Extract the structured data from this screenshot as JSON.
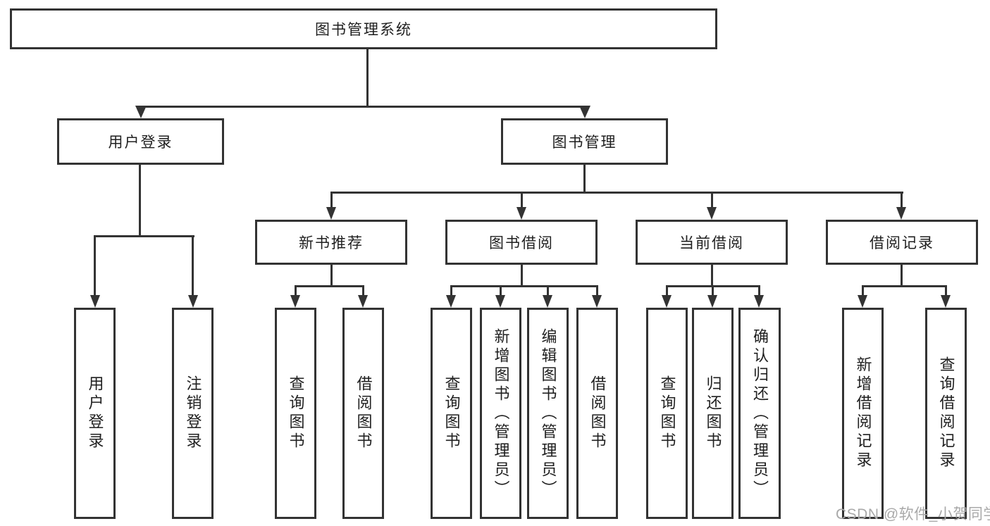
{
  "tree": {
    "root": {
      "label": "图书管理系统",
      "children": [
        {
          "label": "用户登录",
          "children": [
            {
              "label": "用户登录"
            },
            {
              "label": "注销登录"
            }
          ]
        },
        {
          "label": "图书管理",
          "children": [
            {
              "label": "新书推荐",
              "children": [
                {
                  "label": "查询图书"
                },
                {
                  "label": "借阅图书"
                }
              ]
            },
            {
              "label": "图书借阅",
              "children": [
                {
                  "label": "查询图书"
                },
                {
                  "label": "新增图书（管理员）"
                },
                {
                  "label": "编辑图书（管理员）"
                },
                {
                  "label": "借阅图书"
                }
              ]
            },
            {
              "label": "当前借阅",
              "children": [
                {
                  "label": "查询图书"
                },
                {
                  "label": "归还图书"
                },
                {
                  "label": "确认归还（管理员）"
                }
              ]
            },
            {
              "label": "借阅记录",
              "children": [
                {
                  "label": "新增借阅记录"
                },
                {
                  "label": "查询借阅记录"
                }
              ]
            }
          ]
        }
      ]
    }
  },
  "watermark": {
    "text": "CSDN @软件_小贺同学"
  },
  "colors": {
    "line": "#333333",
    "text": "#1f1f1f",
    "watermark": "#a9a9a9",
    "background": "#ffffff"
  }
}
